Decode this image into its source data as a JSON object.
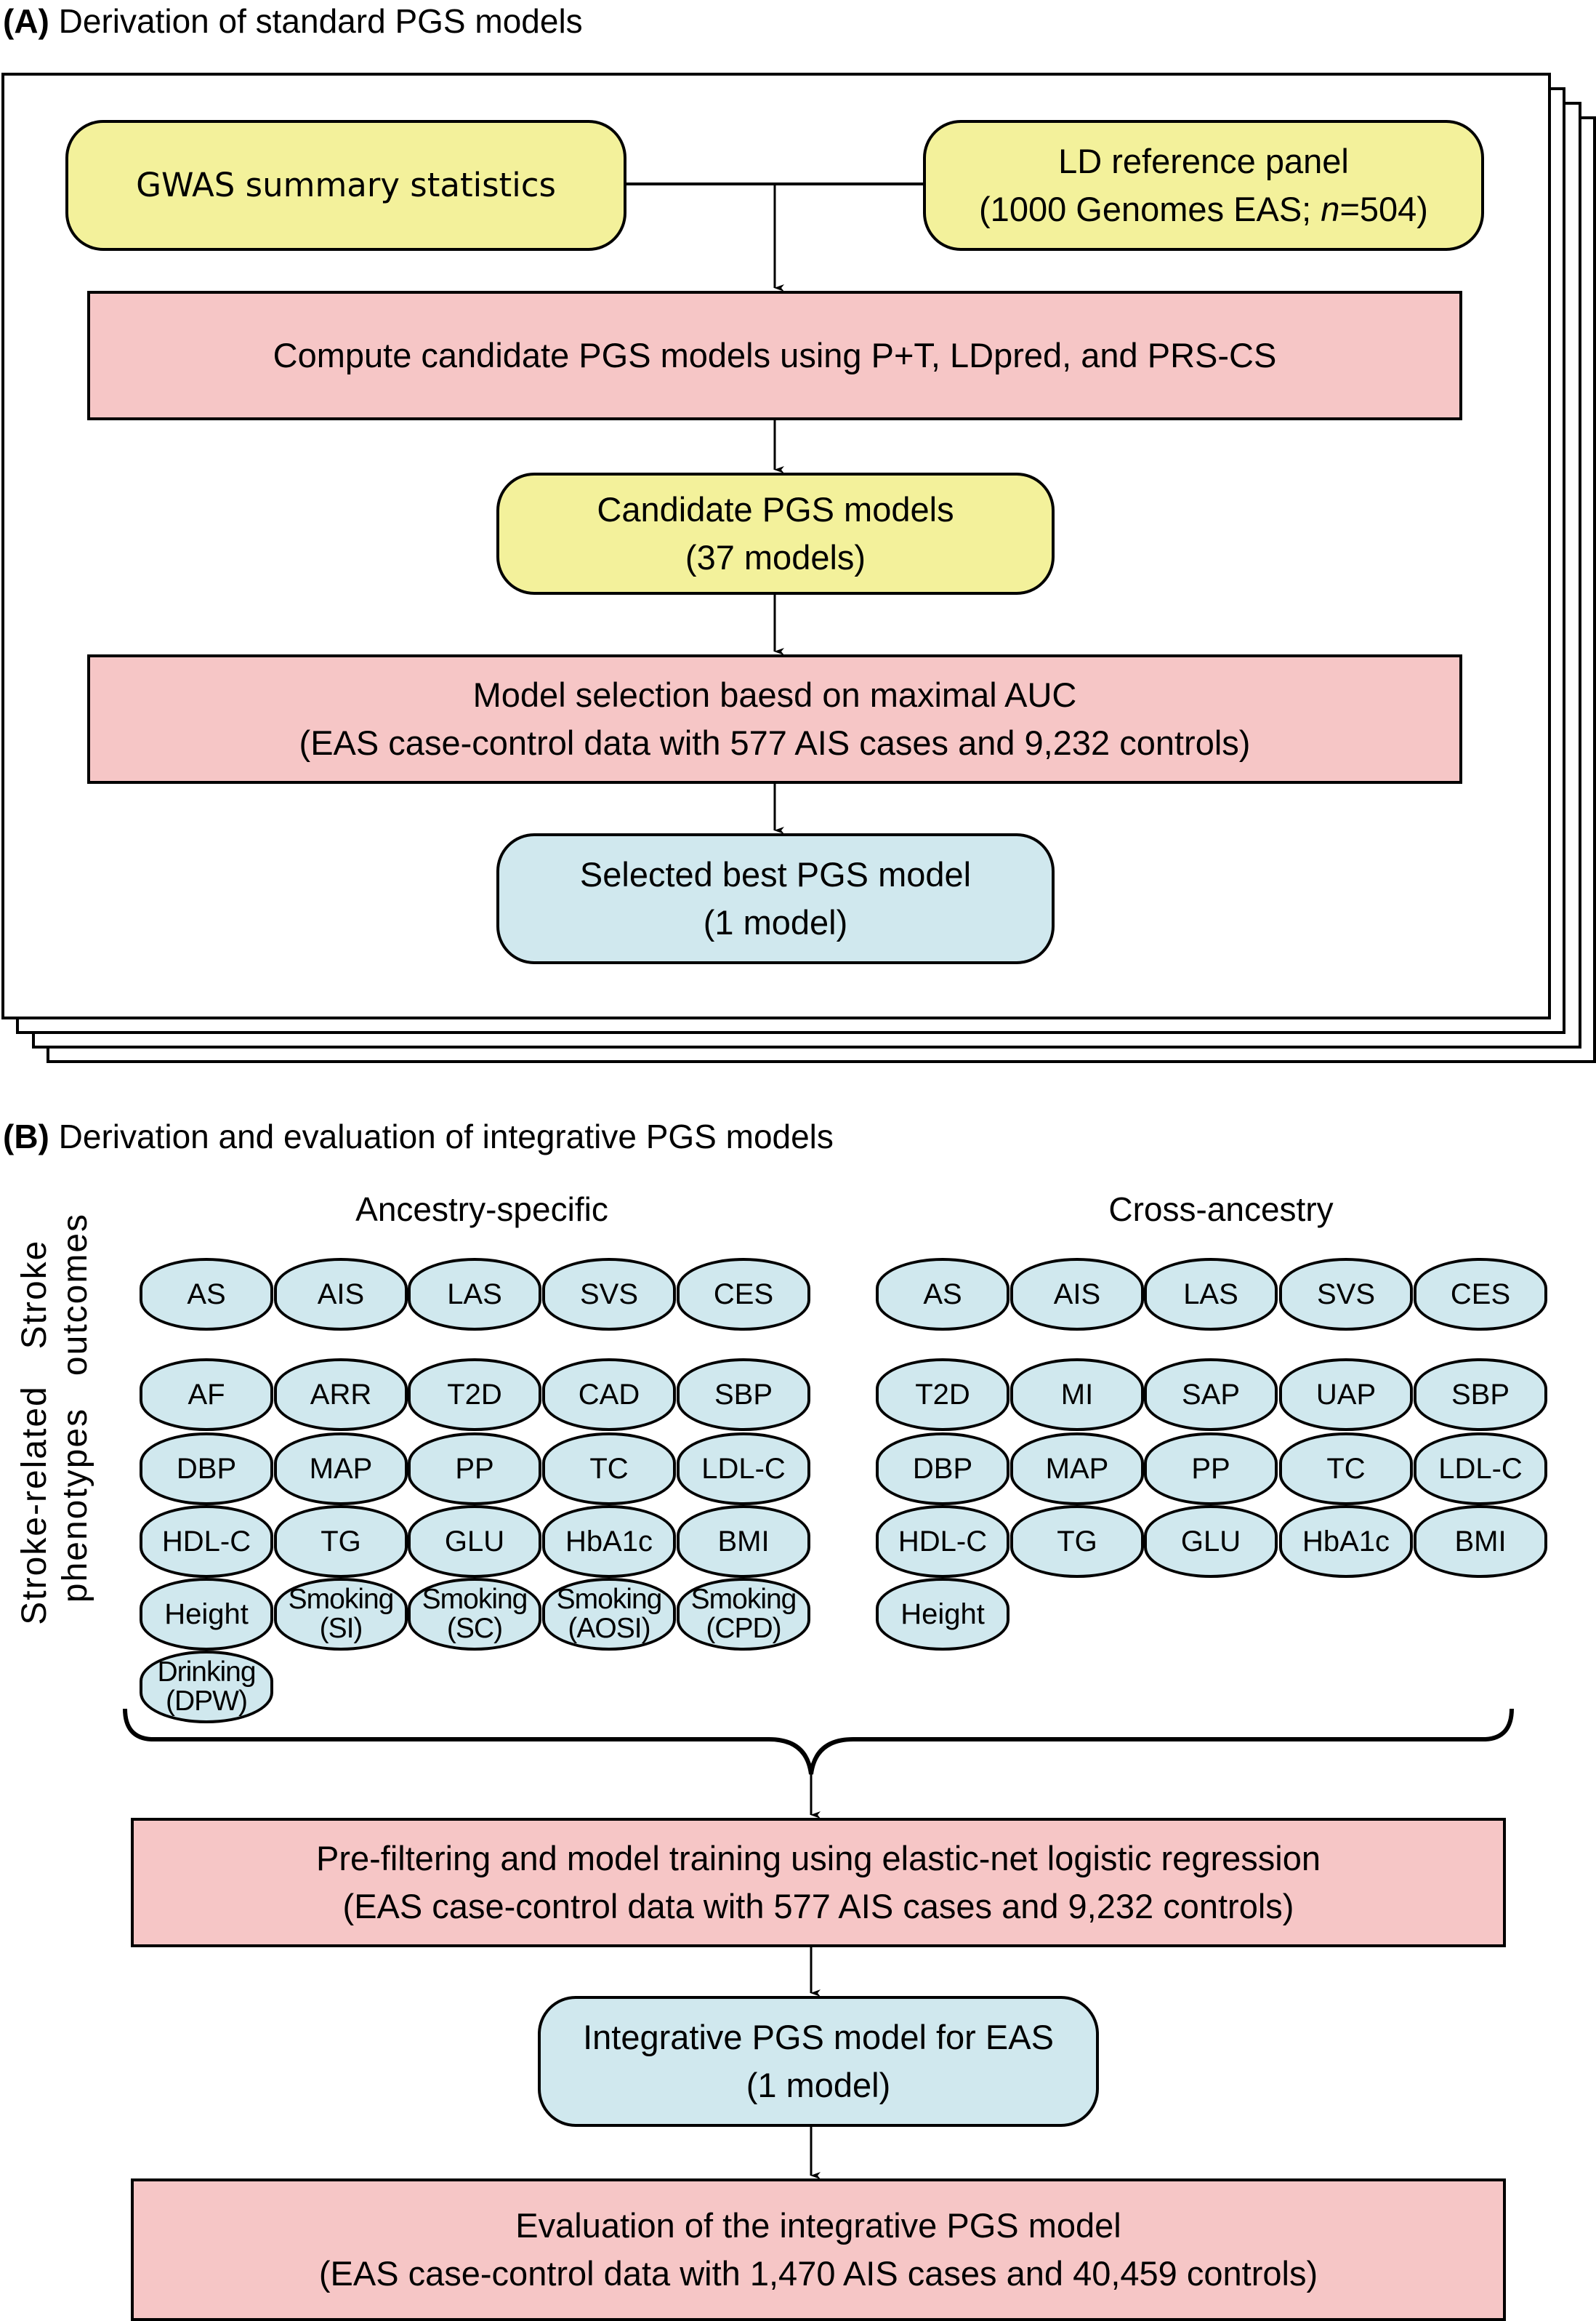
{
  "panel_a": {
    "label": "(A)",
    "title": "Derivation of standard PGS models",
    "inputs": {
      "gwas": "GWAS summary statistics",
      "ld_panel_line1": "LD reference panel",
      "ld_panel_line2_prefix": "(1000 Genomes EAS; ",
      "ld_panel_line2_italic": "n",
      "ld_panel_line2_suffix": "=504)"
    },
    "compute": "Compute candidate PGS models using P+T, LDpred, and PRS-CS",
    "candidate_line1": "Candidate PGS models",
    "candidate_line2": "(37 models)",
    "selection_line1": "Model selection baesd on maximal AUC",
    "selection_line2": "(EAS case-control data with 577 AIS cases and 9,232 controls)",
    "selected_line1": "Selected best PGS model",
    "selected_line2": "(1 model)"
  },
  "panel_b": {
    "label": "(B)",
    "title": "Derivation and evaluation of integrative PGS models",
    "row_labels": {
      "outcomes_line1": "Stroke",
      "outcomes_line2": "outcomes",
      "phenotypes_line1": "Stroke-related",
      "phenotypes_line2": "phenotypes"
    },
    "ancestry_specific": {
      "heading": "Ancestry-specific",
      "outcomes": [
        "AS",
        "AIS",
        "LAS",
        "SVS",
        "CES"
      ],
      "phenotypes": [
        [
          "AF",
          "ARR",
          "T2D",
          "CAD",
          "SBP"
        ],
        [
          "DBP",
          "MAP",
          "PP",
          "TC",
          "LDL-C"
        ],
        [
          "HDL-C",
          "TG",
          "GLU",
          "HbA1c",
          "BMI"
        ],
        [
          "Height",
          "Smoking\n(SI)",
          "Smoking\n(SC)",
          "Smoking\n(AOSI)",
          "Smoking\n(CPD)"
        ],
        [
          "Drinking\n(DPW)"
        ]
      ]
    },
    "cross_ancestry": {
      "heading": "Cross-ancestry",
      "outcomes": [
        "AS",
        "AIS",
        "LAS",
        "SVS",
        "CES"
      ],
      "phenotypes": [
        [
          "T2D",
          "MI",
          "SAP",
          "UAP",
          "SBP"
        ],
        [
          "DBP",
          "MAP",
          "PP",
          "TC",
          "LDL-C"
        ],
        [
          "HDL-C",
          "TG",
          "GLU",
          "HbA1c",
          "BMI"
        ],
        [
          "Height"
        ]
      ]
    },
    "training_line1": "Pre-filtering and model training using elastic-net logistic regression",
    "training_line2": "(EAS case-control data with 577 AIS cases and 9,232 controls)",
    "integrative_line1": "Integrative PGS model for EAS",
    "integrative_line2": "(1 model)",
    "evaluation_line1": "Evaluation of the integrative PGS model",
    "evaluation_line2": "(EAS case-control data with 1,470 AIS cases and 40,459 controls)"
  },
  "colors": {
    "input_yellow": "#f3f19b",
    "process_pink": "#f6c6c6",
    "model_blue": "#d0e8ee"
  }
}
